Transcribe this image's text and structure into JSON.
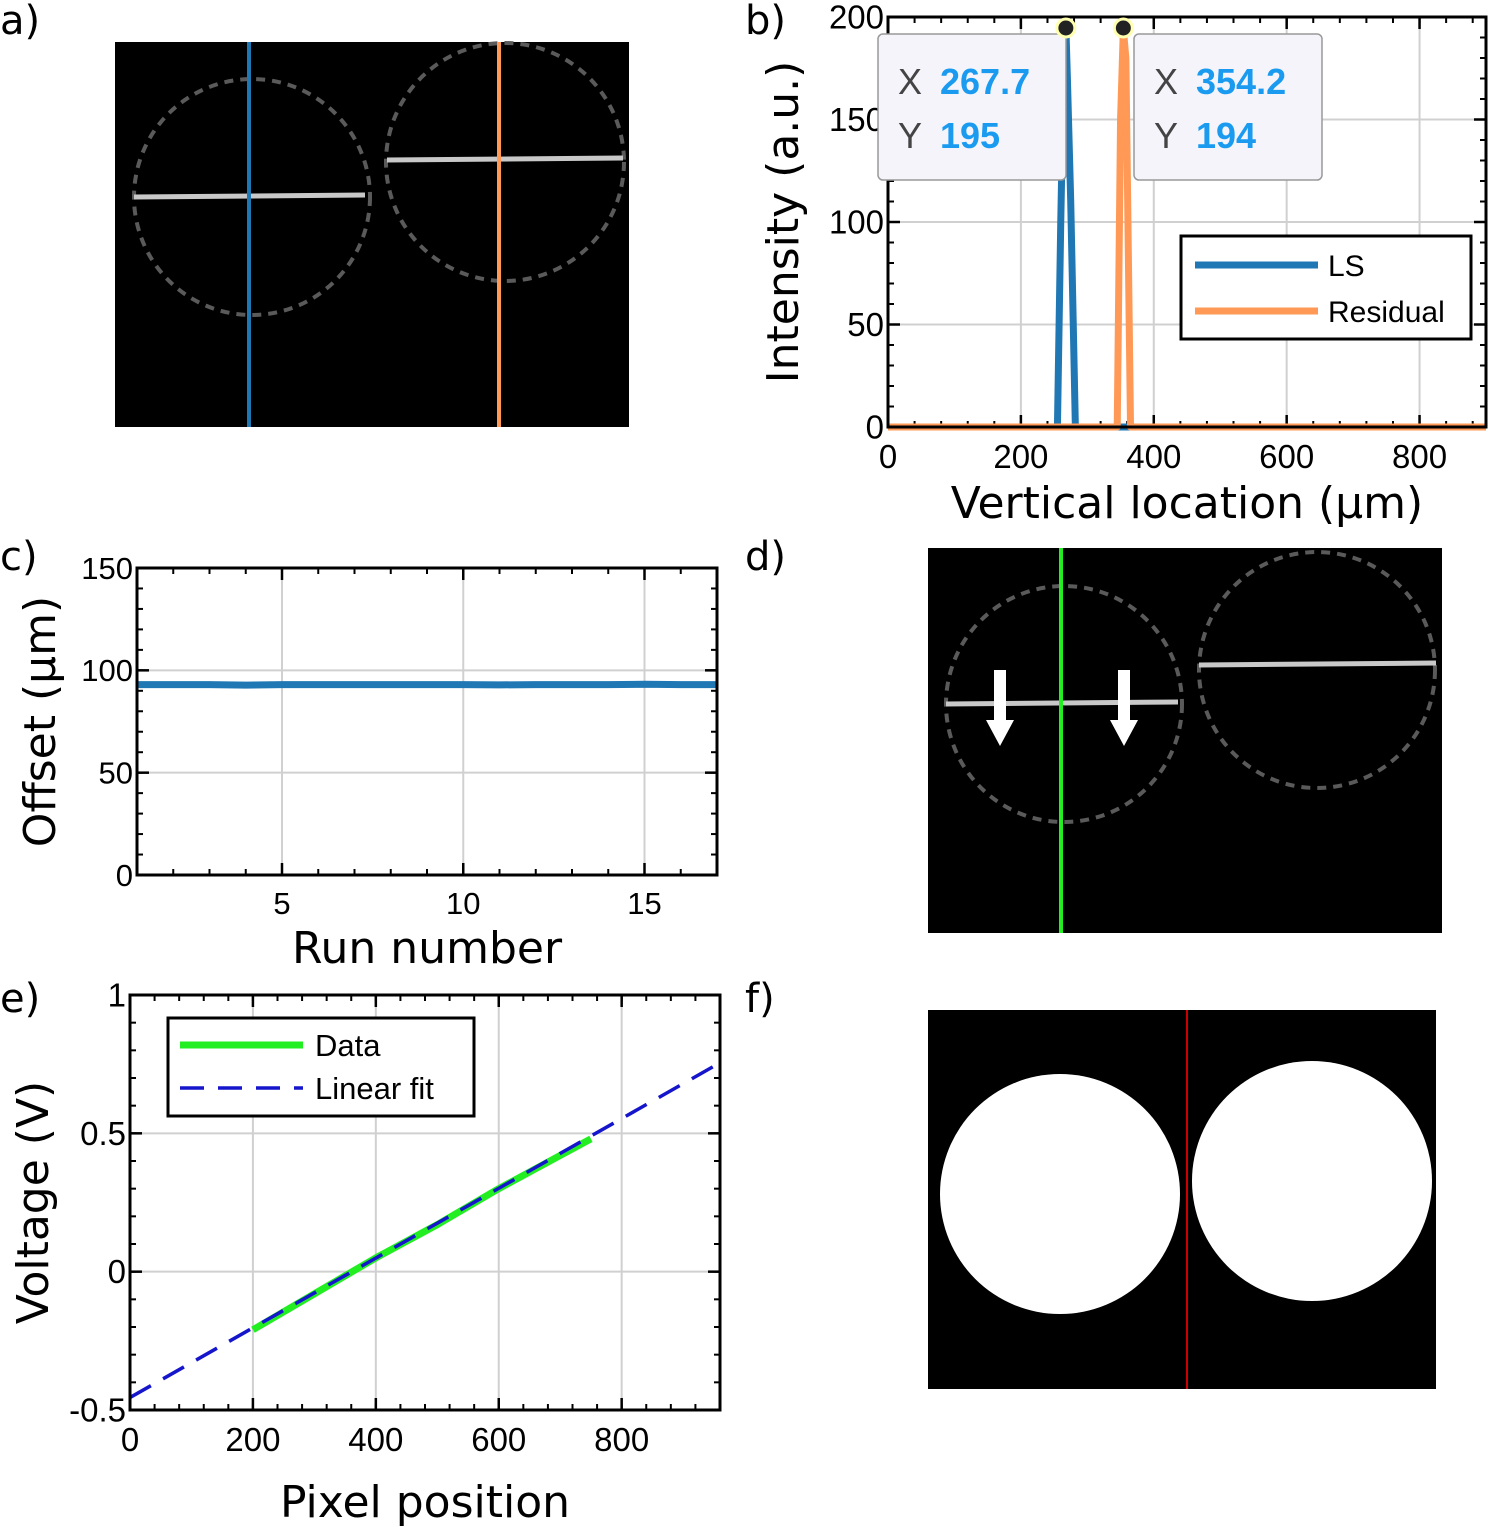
{
  "panels": {
    "a": "a)",
    "b": "b)",
    "c": "c)",
    "d": "d)",
    "e": "e)",
    "f": "f)"
  },
  "colors": {
    "ls": "#1f77b4",
    "residual": "#ff9955",
    "data_green": "#22ee22",
    "fit_blue": "#1515cc",
    "datatip_value": "#1a9bf0",
    "grid": "#d0d0d0",
    "red_line": "#cc0000"
  },
  "chart_data": [
    {
      "panel": "b",
      "type": "line",
      "xlabel": "Vertical location (μm)",
      "ylabel": "Intensity (a.u.)",
      "xlim": [
        0,
        900
      ],
      "ylim": [
        0,
        200
      ],
      "xticks": [
        0,
        200,
        400,
        600,
        800
      ],
      "yticks": [
        0,
        50,
        100,
        150,
        200
      ],
      "grid": true,
      "legend": "inside right",
      "series": [
        {
          "name": "LS",
          "color": "#1f77b4",
          "x": [
            0,
            255,
            260,
            265,
            267.7,
            270,
            275,
            282,
            900
          ],
          "y": [
            0,
            0,
            100,
            185,
            195,
            170,
            110,
            0,
            0
          ]
        },
        {
          "name": "Residual",
          "color": "#ff9955",
          "x": [
            0,
            345,
            350,
            354.2,
            358,
            365,
            900
          ],
          "y": [
            0,
            0,
            150,
            194,
            180,
            0,
            0
          ]
        }
      ],
      "datatips": [
        {
          "x_label": "X",
          "x_value": "267.7",
          "y_label": "Y",
          "y_value": "195",
          "x": 267.7,
          "y": 195
        },
        {
          "x_label": "X",
          "x_value": "354.2",
          "y_label": "Y",
          "y_value": "194",
          "x": 354.2,
          "y": 194
        }
      ]
    },
    {
      "panel": "c",
      "type": "line",
      "xlabel": "Run number",
      "ylabel": "Offset (μm)",
      "xlim": [
        1,
        17
      ],
      "ylim": [
        0,
        150
      ],
      "xticks": [
        5,
        10,
        15
      ],
      "yticks": [
        0,
        50,
        100,
        150
      ],
      "grid": true,
      "series": [
        {
          "color": "#1f77b4",
          "x": [
            1,
            2,
            3,
            4,
            5,
            6,
            7,
            8,
            9,
            10,
            11,
            12,
            13,
            14,
            15,
            16,
            17
          ],
          "y": [
            93,
            93,
            93,
            92.8,
            93,
            93,
            93,
            93,
            93,
            93,
            92.9,
            93,
            93,
            93,
            93.2,
            93,
            93
          ]
        }
      ]
    },
    {
      "panel": "e",
      "type": "line",
      "xlabel": "Pixel position",
      "ylabel": "Voltage (V)",
      "xlim": [
        0,
        960
      ],
      "ylim": [
        -0.5,
        1
      ],
      "xticks": [
        0,
        200,
        400,
        600,
        800
      ],
      "yticks": [
        -0.5,
        0,
        0.5,
        1
      ],
      "ytick_labels": [
        "-0.5",
        "0",
        "0.5",
        "1"
      ],
      "grid": true,
      "legend": "top-left",
      "series": [
        {
          "name": "Data",
          "color": "#22ee22",
          "x": [
            200,
            300,
            400,
            500,
            600,
            700,
            750
          ],
          "y": [
            -0.21,
            -0.08,
            0.05,
            0.17,
            0.3,
            0.42,
            0.48
          ]
        },
        {
          "name": "Linear fit",
          "color": "#1515cc",
          "dashed": true,
          "x": [
            0,
            960
          ],
          "y": [
            -0.455,
            0.755
          ]
        }
      ]
    }
  ],
  "images": {
    "a": {
      "left_line_color": "#1f77b4",
      "right_line_color": "#ff9955"
    },
    "d": {
      "line_color": "#22ee22",
      "arrows": 2
    },
    "f": {
      "line_color": "#cc0000"
    }
  }
}
